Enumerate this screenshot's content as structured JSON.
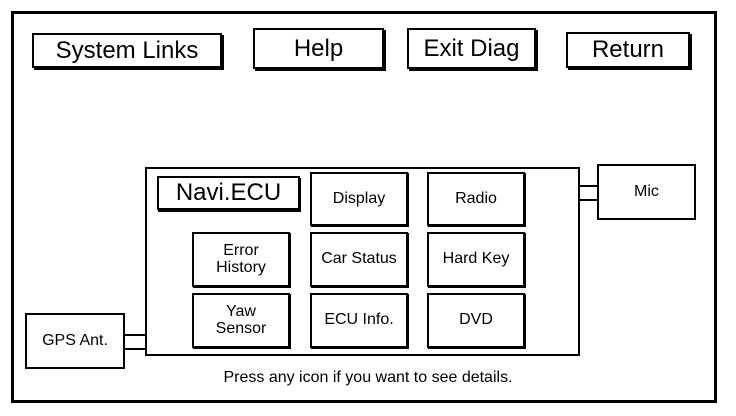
{
  "toolbar": {
    "system_links": "System Links",
    "help": "Help",
    "exit_diag": "Exit Diag",
    "return": "Return"
  },
  "ecu": {
    "title": "Navi.ECU",
    "display": "Display",
    "radio": "Radio",
    "error_history": "Error\nHistory",
    "car_status": "Car Status",
    "hard_key": "Hard Key",
    "yaw_sensor": "Yaw\nSensor",
    "ecu_info": "ECU Info.",
    "dvd": "DVD"
  },
  "peripherals": {
    "mic": "Mic",
    "gps_ant": "GPS Ant."
  },
  "footer": {
    "hint": "Press any icon if you want to see details."
  }
}
